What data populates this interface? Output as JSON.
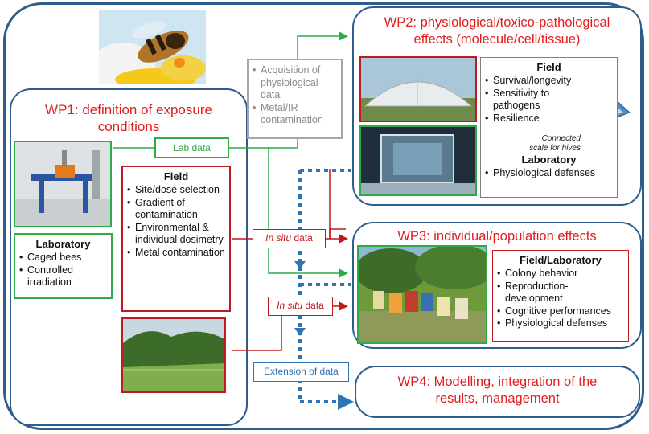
{
  "wp1": {
    "title_line1": "WP1: definition of exposure",
    "title_line2": "conditions"
  },
  "wp2": {
    "title_line1": "WP2: physiological/toxico-pathological",
    "title_line2": "effects (molecule/cell/tissue)",
    "field": {
      "heading": "Field",
      "items": [
        "Survival/longevity",
        "Sensitivity to pathogens",
        "Resilience"
      ]
    },
    "laboratory": {
      "heading": "Laboratory",
      "items": [
        "Physiological defenses"
      ]
    },
    "scale_caption": "Connected scale for hives"
  },
  "wp3": {
    "title": "WP3: individual/population effects",
    "field_lab": {
      "heading": "Field/Laboratory",
      "items": [
        "Colony behavior",
        "Reproduction-development",
        "Cognitive performances",
        "Physiological defenses"
      ]
    }
  },
  "wp4": {
    "title_line1": "WP4: Modelling, integration of the",
    "title_line2": "results, management"
  },
  "wp1_field": {
    "heading": "Field",
    "items": [
      "Site/dose selection",
      "Gradient of contamination",
      "Environmental & individual dosimetry",
      "Metal contamination"
    ]
  },
  "wp1_lab": {
    "heading": "Laboratory",
    "items": [
      "Caged bees",
      "Controlled irradiation"
    ]
  },
  "acquisition": {
    "items": [
      "Acquisition of physiological data",
      "Metal/IR contamination"
    ]
  },
  "labels": {
    "lab_data": "Lab data",
    "in_situ_1_italic": "In situ",
    "in_situ_1_rest": " data",
    "in_situ_2_italic": "In situ",
    "in_situ_2_rest": " data",
    "extension": "Extension of data"
  },
  "colors": {
    "title_red": "#e41b1b",
    "frame_blue": "#2e5d8c",
    "lab_green": "#2eaa4a",
    "field_red": "#c0191f",
    "extension_blue": "#2e75b6",
    "acquisition_grey": "#8a8a8a"
  }
}
